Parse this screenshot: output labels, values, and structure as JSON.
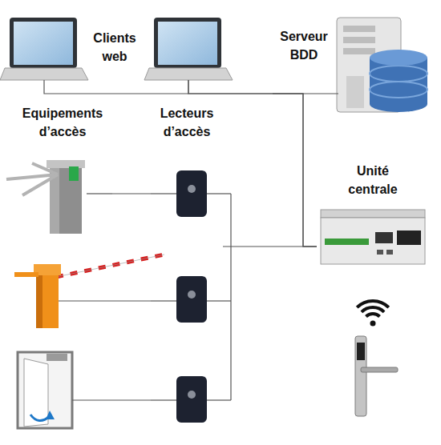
{
  "diagram": {
    "nodes": [
      {
        "text": [
          "Clients web"
        ]
      },
      {
        "text": [
          "Serveur BDD"
        ]
      },
      {
        "text": [
          "Equipements d’accès"
        ]
      },
      {
        "text": [
          "Lecteurs d’accès"
        ]
      },
      {
        "text": [
          "Unité centrale"
        ]
      }
    ],
    "edges": [
      {
        "from": 0,
        "to": 1,
        "arrow": "none"
      },
      {
        "from": 0,
        "to": 4,
        "arrow": "none"
      },
      {
        "from": 1,
        "to": 4,
        "arrow": "none"
      },
      {
        "from": 2,
        "to": 3,
        "arrow": "none"
      },
      {
        "from": 3,
        "to": 4,
        "arrow": "none"
      }
    ]
  }
}
